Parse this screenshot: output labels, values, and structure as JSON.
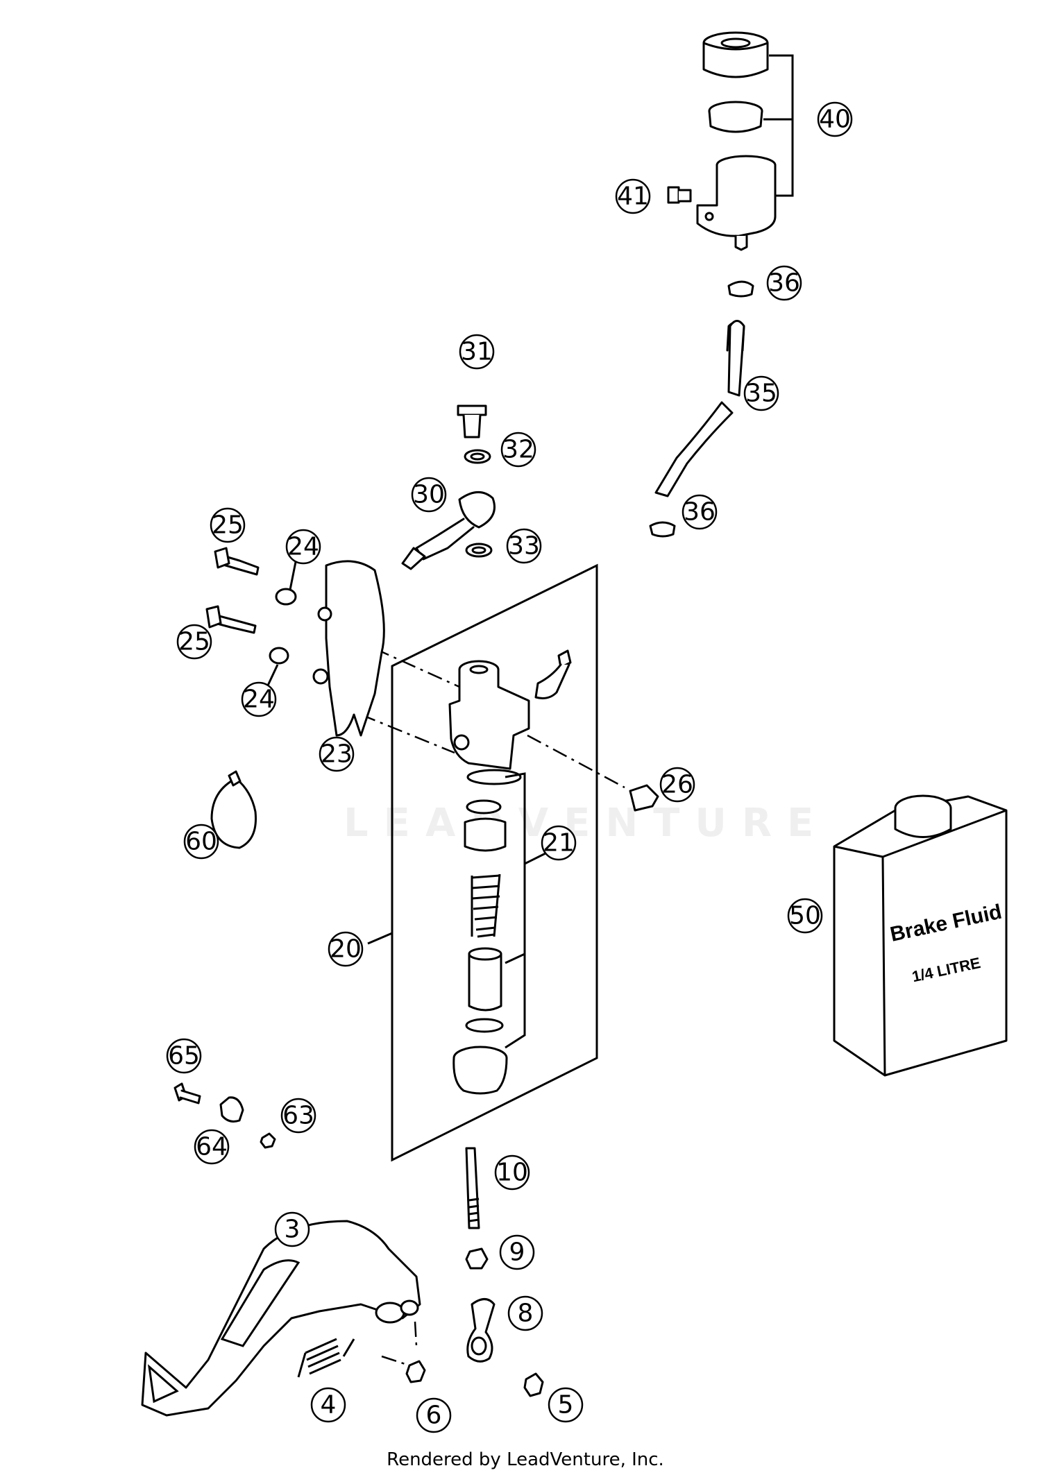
{
  "callouts": [
    {
      "id": "3",
      "label": "3"
    },
    {
      "id": "4",
      "label": "4"
    },
    {
      "id": "5",
      "label": "5"
    },
    {
      "id": "6",
      "label": "6"
    },
    {
      "id": "8",
      "label": "8"
    },
    {
      "id": "9",
      "label": "9"
    },
    {
      "id": "10",
      "label": "10"
    },
    {
      "id": "20",
      "label": "20"
    },
    {
      "id": "21",
      "label": "21"
    },
    {
      "id": "23",
      "label": "23"
    },
    {
      "id": "24a",
      "label": "24"
    },
    {
      "id": "24b",
      "label": "24"
    },
    {
      "id": "25a",
      "label": "25"
    },
    {
      "id": "25b",
      "label": "25"
    },
    {
      "id": "26",
      "label": "26"
    },
    {
      "id": "30",
      "label": "30"
    },
    {
      "id": "31",
      "label": "31"
    },
    {
      "id": "32",
      "label": "32"
    },
    {
      "id": "33",
      "label": "33"
    },
    {
      "id": "35",
      "label": "35"
    },
    {
      "id": "36a",
      "label": "36"
    },
    {
      "id": "36b",
      "label": "36"
    },
    {
      "id": "40",
      "label": "40"
    },
    {
      "id": "41",
      "label": "41"
    },
    {
      "id": "50",
      "label": "50"
    },
    {
      "id": "60",
      "label": "60"
    },
    {
      "id": "63",
      "label": "63"
    },
    {
      "id": "64",
      "label": "64"
    },
    {
      "id": "65",
      "label": "65"
    }
  ],
  "brake_fluid_can": {
    "line1": "Brake Fluid",
    "line2": "1/4 LITRE"
  },
  "watermark": "LEADVENTURE",
  "footer": "Rendered by LeadVenture, Inc."
}
